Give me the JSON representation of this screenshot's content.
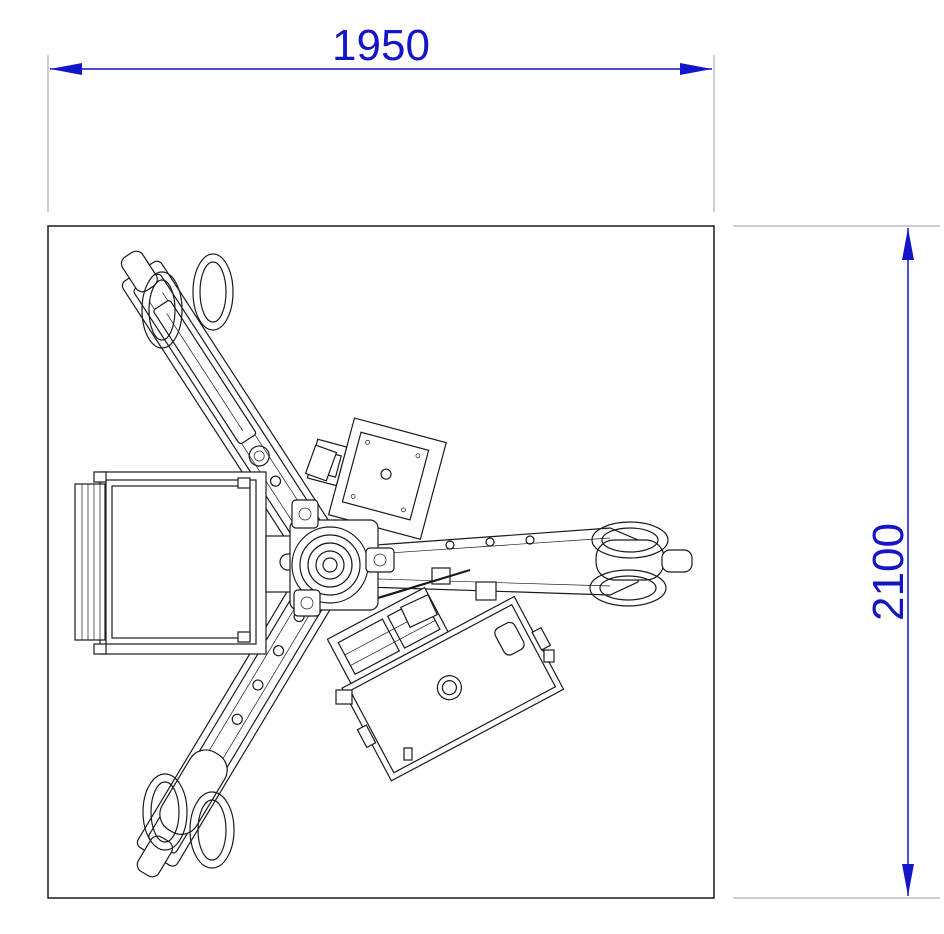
{
  "dimensions": {
    "width": {
      "label": "1950",
      "value": 1950
    },
    "height": {
      "label": "2100",
      "value": 2100
    }
  },
  "colors": {
    "dimension": "#1414c8",
    "extension_line": "#9a9ab4",
    "outline": "#1a1a1a",
    "background": "#ffffff"
  }
}
